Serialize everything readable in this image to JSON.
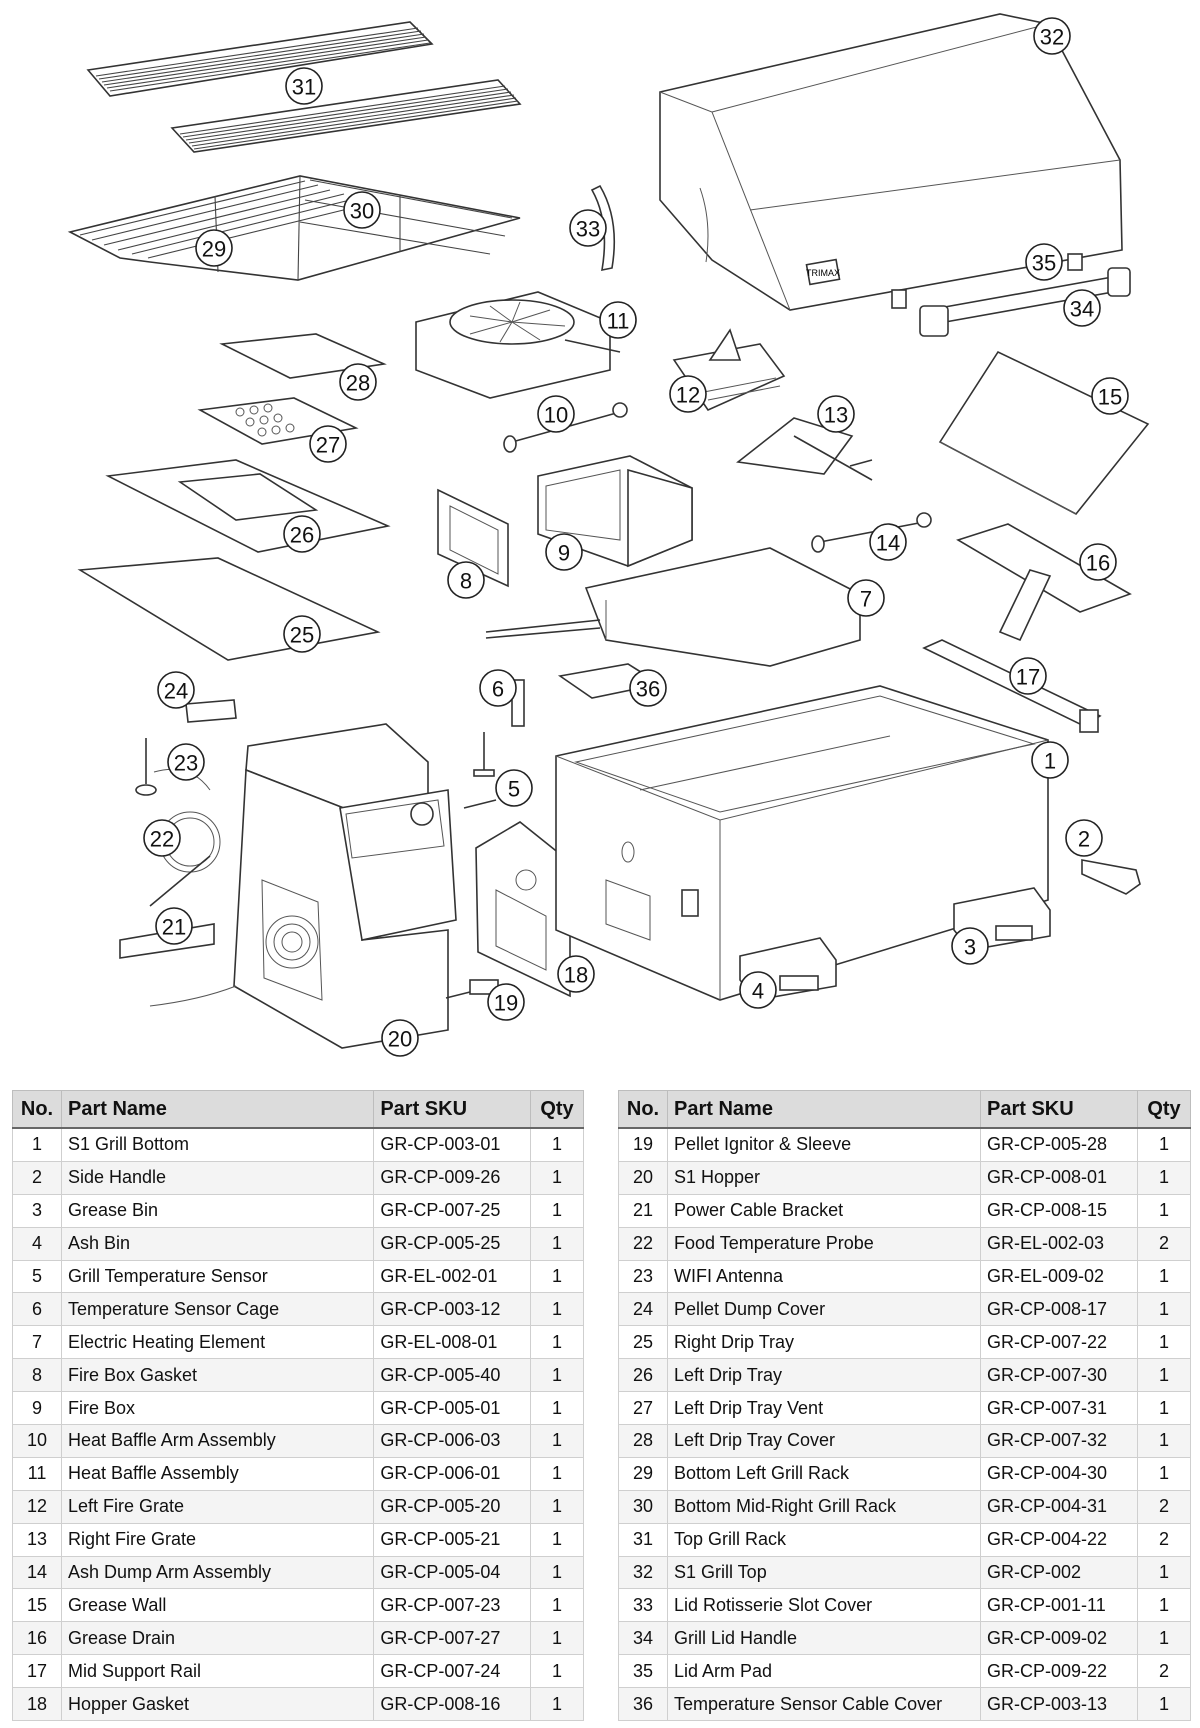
{
  "diagram": {
    "brand_logo_text": "TRIMAX",
    "callouts": [
      "1",
      "2",
      "3",
      "4",
      "5",
      "6",
      "7",
      "8",
      "9",
      "10",
      "11",
      "12",
      "13",
      "14",
      "15",
      "16",
      "17",
      "18",
      "19",
      "20",
      "21",
      "22",
      "23",
      "24",
      "25",
      "26",
      "27",
      "28",
      "29",
      "30",
      "31",
      "32",
      "33",
      "34",
      "35",
      "36"
    ]
  },
  "table": {
    "headers": {
      "no": "No.",
      "name": "Part Name",
      "sku": "Part SKU",
      "qty": "Qty"
    },
    "left": [
      {
        "no": "1",
        "name": "S1 Grill Bottom",
        "sku": "GR-CP-003-01",
        "qty": "1"
      },
      {
        "no": "2",
        "name": "Side Handle",
        "sku": "GR-CP-009-26",
        "qty": "1"
      },
      {
        "no": "3",
        "name": "Grease Bin",
        "sku": "GR-CP-007-25",
        "qty": "1"
      },
      {
        "no": "4",
        "name": "Ash Bin",
        "sku": "GR-CP-005-25",
        "qty": "1"
      },
      {
        "no": "5",
        "name": "Grill Temperature Sensor",
        "sku": "GR-EL-002-01",
        "qty": "1"
      },
      {
        "no": "6",
        "name": "Temperature Sensor Cage",
        "sku": "GR-CP-003-12",
        "qty": "1"
      },
      {
        "no": "7",
        "name": "Electric Heating Element",
        "sku": "GR-EL-008-01",
        "qty": "1"
      },
      {
        "no": "8",
        "name": "Fire Box Gasket",
        "sku": "GR-CP-005-40",
        "qty": "1"
      },
      {
        "no": "9",
        "name": "Fire Box",
        "sku": "GR-CP-005-01",
        "qty": "1"
      },
      {
        "no": "10",
        "name": "Heat Baffle Arm Assembly",
        "sku": "GR-CP-006-03",
        "qty": "1"
      },
      {
        "no": "11",
        "name": "Heat Baffle Assembly",
        "sku": "GR-CP-006-01",
        "qty": "1"
      },
      {
        "no": "12",
        "name": "Left Fire Grate",
        "sku": "GR-CP-005-20",
        "qty": "1"
      },
      {
        "no": "13",
        "name": "Right Fire Grate",
        "sku": "GR-CP-005-21",
        "qty": "1"
      },
      {
        "no": "14",
        "name": "Ash Dump Arm Assembly",
        "sku": "GR-CP-005-04",
        "qty": "1"
      },
      {
        "no": "15",
        "name": "Grease Wall",
        "sku": "GR-CP-007-23",
        "qty": "1"
      },
      {
        "no": "16",
        "name": "Grease Drain",
        "sku": "GR-CP-007-27",
        "qty": "1"
      },
      {
        "no": "17",
        "name": "Mid Support Rail",
        "sku": "GR-CP-007-24",
        "qty": "1"
      },
      {
        "no": "18",
        "name": "Hopper Gasket",
        "sku": "GR-CP-008-16",
        "qty": "1"
      }
    ],
    "right": [
      {
        "no": "19",
        "name": "Pellet Ignitor & Sleeve",
        "sku": "GR-CP-005-28",
        "qty": "1"
      },
      {
        "no": "20",
        "name": "S1 Hopper",
        "sku": "GR-CP-008-01",
        "qty": "1"
      },
      {
        "no": "21",
        "name": "Power Cable Bracket",
        "sku": "GR-CP-008-15",
        "qty": "1"
      },
      {
        "no": "22",
        "name": "Food Temperature Probe",
        "sku": "GR-EL-002-03",
        "qty": "2"
      },
      {
        "no": "23",
        "name": "WIFI Antenna",
        "sku": "GR-EL-009-02",
        "qty": "1"
      },
      {
        "no": "24",
        "name": "Pellet Dump Cover",
        "sku": "GR-CP-008-17",
        "qty": "1"
      },
      {
        "no": "25",
        "name": "Right Drip Tray",
        "sku": "GR-CP-007-22",
        "qty": "1"
      },
      {
        "no": "26",
        "name": "Left Drip Tray",
        "sku": "GR-CP-007-30",
        "qty": "1"
      },
      {
        "no": "27",
        "name": "Left Drip Tray Vent",
        "sku": "GR-CP-007-31",
        "qty": "1"
      },
      {
        "no": "28",
        "name": "Left Drip Tray Cover",
        "sku": "GR-CP-007-32",
        "qty": "1"
      },
      {
        "no": "29",
        "name": "Bottom Left Grill Rack",
        "sku": "GR-CP-004-30",
        "qty": "1"
      },
      {
        "no": "30",
        "name": "Bottom Mid-Right Grill Rack",
        "sku": "GR-CP-004-31",
        "qty": "2"
      },
      {
        "no": "31",
        "name": "Top Grill Rack",
        "sku": "GR-CP-004-22",
        "qty": "2"
      },
      {
        "no": "32",
        "name": "S1 Grill Top",
        "sku": "GR-CP-002",
        "qty": "1"
      },
      {
        "no": "33",
        "name": "Lid Rotisserie Slot Cover",
        "sku": "GR-CP-001-11",
        "qty": "1"
      },
      {
        "no": "34",
        "name": "Grill Lid Handle",
        "sku": "GR-CP-009-02",
        "qty": "1"
      },
      {
        "no": "35",
        "name": "Lid Arm Pad",
        "sku": "GR-CP-009-22",
        "qty": "2"
      },
      {
        "no": "36",
        "name": "Temperature Sensor Cable Cover",
        "sku": "GR-CP-003-13",
        "qty": "1"
      }
    ]
  }
}
